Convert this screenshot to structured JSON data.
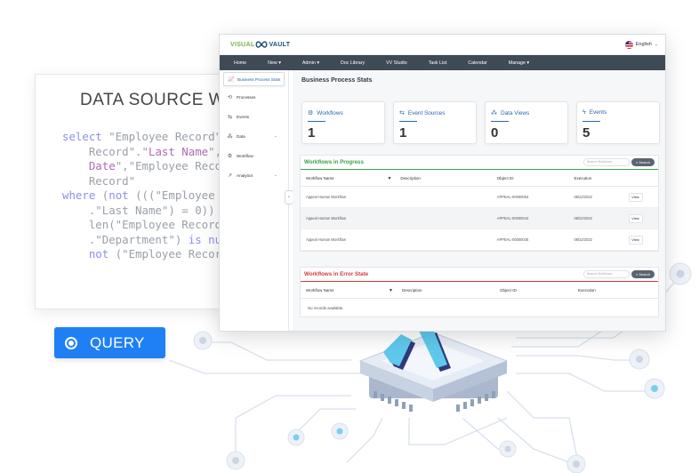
{
  "code_card": {
    "title": "DATA SOURCE WIZ",
    "lines": [
      {
        "parts": [
          {
            "t": "select ",
            "c": "kw"
          },
          {
            "t": "\"Employee Record\"",
            "c": ""
          }
        ]
      },
      {
        "parts": [
          {
            "t": "    Record\".\"",
            "c": ""
          },
          {
            "t": "Last Name",
            "c": "str"
          },
          {
            "t": "\",",
            "c": ""
          }
        ]
      },
      {
        "parts": [
          {
            "t": "    ",
            "c": ""
          },
          {
            "t": "Date",
            "c": "str"
          },
          {
            "t": "\",\"Employee Reco",
            "c": ""
          }
        ]
      },
      {
        "parts": [
          {
            "t": "    Record\"",
            "c": ""
          }
        ]
      },
      {
        "parts": [
          {
            "t": "where ",
            "c": "kw"
          },
          {
            "t": "(",
            "c": ""
          },
          {
            "t": "not ",
            "c": "kw"
          },
          {
            "t": "(((\"Employee",
            "c": ""
          }
        ]
      },
      {
        "parts": [
          {
            "t": "    .\"Last Name\") = 0))",
            "c": ""
          }
        ]
      },
      {
        "parts": [
          {
            "t": "    len(\"Employee Record",
            "c": ""
          }
        ]
      },
      {
        "parts": [
          {
            "t": "    .\"Department\") ",
            "c": ""
          },
          {
            "t": "is nu",
            "c": "kw"
          }
        ]
      },
      {
        "parts": [
          {
            "t": "    ",
            "c": ""
          },
          {
            "t": "not ",
            "c": "kw"
          },
          {
            "t": "(\"Employee Recor",
            "c": ""
          }
        ]
      }
    ]
  },
  "query_button": {
    "label": "QUERY"
  },
  "app": {
    "logo": {
      "part1": "VISUAL",
      "part2": "VAULT"
    },
    "language": "English",
    "nav": [
      "Home",
      "New ▾",
      "Admin ▾",
      "Doc Library",
      "VV Studio",
      "Task List",
      "Calendar",
      "Manage ▾"
    ],
    "sidebar": [
      {
        "label": "Business Process Stats",
        "icon": "📈",
        "active": true,
        "chevron": false
      },
      {
        "label": "Processes",
        "icon": "⟲",
        "active": false,
        "chevron": false
      },
      {
        "label": "Events",
        "icon": "⇆",
        "active": false,
        "chevron": false
      },
      {
        "label": "Data",
        "icon": "⁂",
        "active": false,
        "chevron": true
      },
      {
        "label": "Workflow",
        "icon": "⚙",
        "active": false,
        "chevron": false
      },
      {
        "label": "Analytics",
        "icon": "↗",
        "active": false,
        "chevron": true
      }
    ],
    "page_title": "Business Process Stats",
    "stats": [
      {
        "label": "Workflows",
        "value": "1",
        "icon": "⚙"
      },
      {
        "label": "Event Sources",
        "value": "1",
        "icon": "⇆"
      },
      {
        "label": "Data Views",
        "value": "0",
        "icon": "⁂"
      },
      {
        "label": "Events",
        "value": "5",
        "icon": "ϟ"
      }
    ],
    "progress_panel": {
      "title": "Workflows in Progress",
      "title_color": "#3aa04a",
      "search_placeholder": "Search Workflows",
      "search_label": "Search",
      "columns": [
        "Workflow Name",
        "Description",
        "Object ID",
        "Execution",
        ""
      ],
      "rows": [
        {
          "name": "Appeal Human Workflow",
          "description": "",
          "object_id": "APPEAL-00000064",
          "execution": "09/22/2022",
          "action": "View"
        },
        {
          "name": "Appeal Human Workflow",
          "description": "",
          "object_id": "APPEAL-00000044",
          "execution": "08/22/2022",
          "action": "View"
        },
        {
          "name": "Appeal Human Workflow",
          "description": "",
          "object_id": "APPEAL-00000045",
          "execution": "08/22/2022",
          "action": "View"
        }
      ]
    },
    "error_panel": {
      "title": "Workflows in Error State",
      "title_color": "#d23b3b",
      "search_placeholder": "Search Workflows",
      "search_label": "Search",
      "columns": [
        "Workflow Name",
        "Description",
        "Object ID",
        "Execution"
      ],
      "empty_text": "No records available."
    }
  }
}
